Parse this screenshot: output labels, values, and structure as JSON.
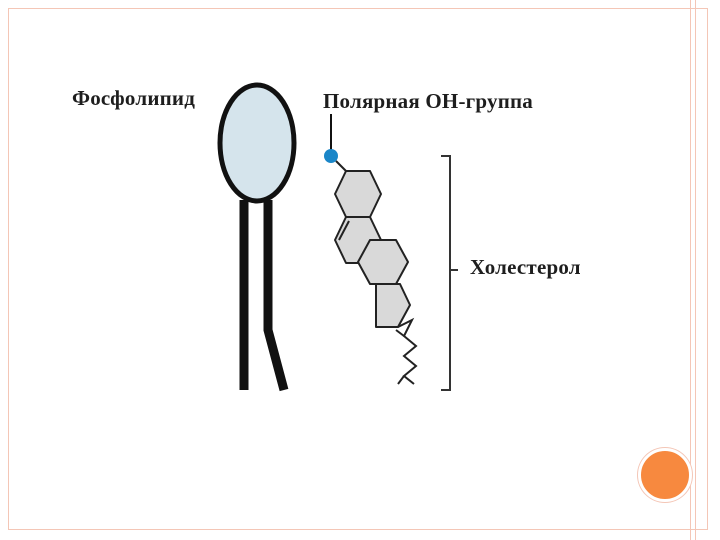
{
  "labels": {
    "phospholipid": "Фосфолипид",
    "polar_group": "Полярная  ОН-группа",
    "cholesterol": "Холестерол"
  },
  "colors": {
    "frame": "#f4c6b6",
    "accent_dot": "#f7893f",
    "head_fill": "#d5e4ec",
    "oh_dot": "#1a86c8",
    "ring_fill": "#d9d9d9"
  }
}
